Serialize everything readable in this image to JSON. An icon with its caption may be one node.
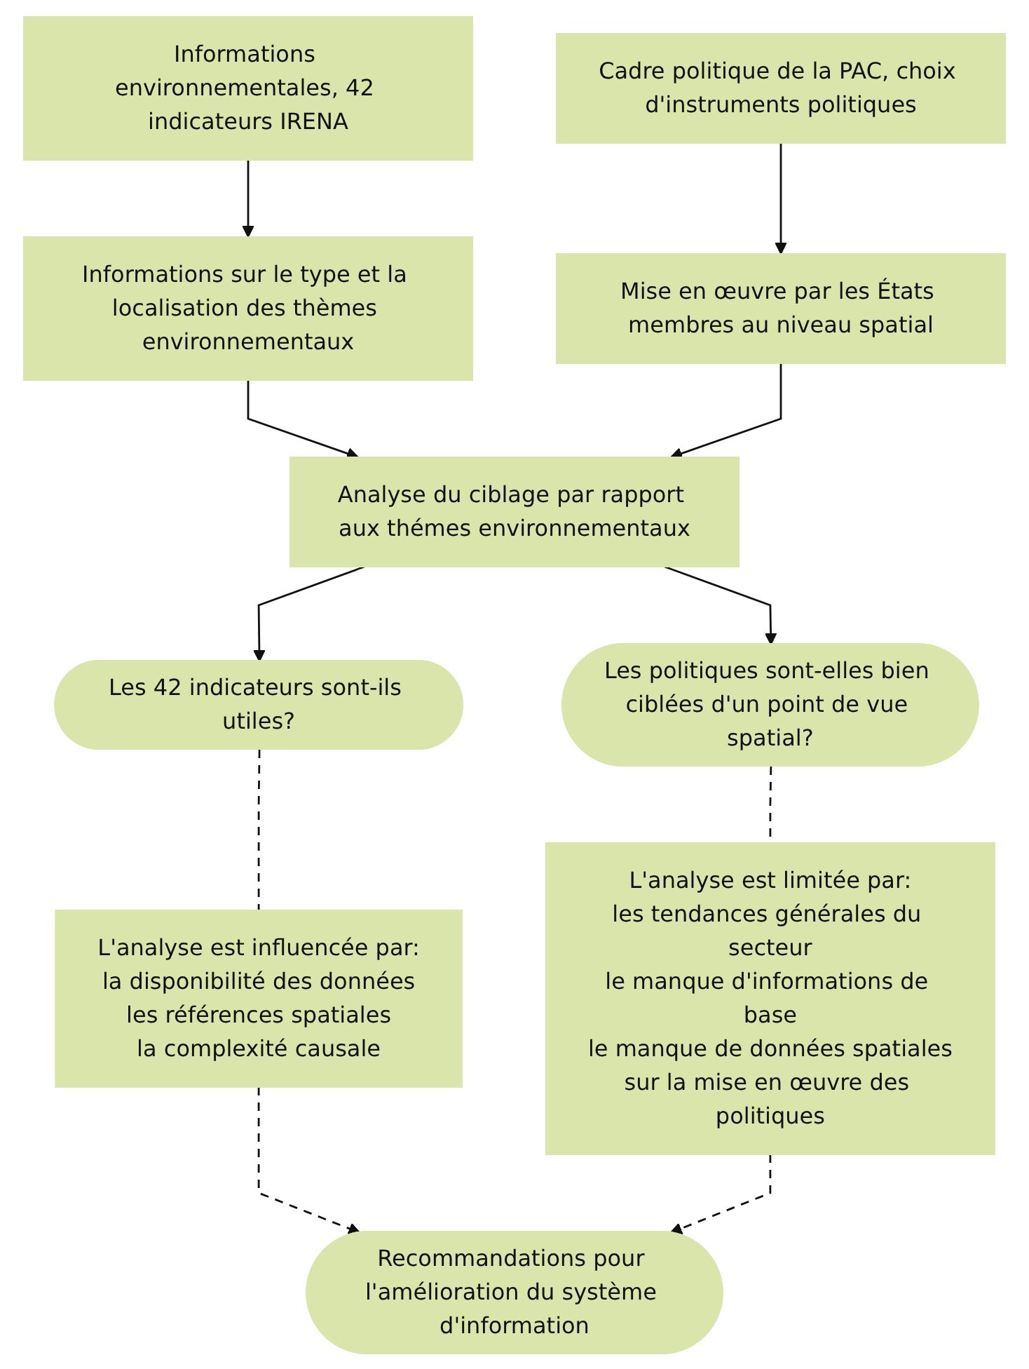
{
  "diagram": {
    "nodes": [
      {
        "text": [
          "Informations environnementales, 42 indicateurs IRENA"
        ]
      },
      {
        "text": [
          "Cadre politique de la PAC, choix d'instruments politiques"
        ]
      },
      {
        "text": [
          "Informations sur le type et la localisation des thèmes environnementaux"
        ]
      },
      {
        "text": [
          "Mise en œuvre par les États membres au niveau spatial"
        ]
      },
      {
        "text": [
          "Analyse du ciblage par rapport aux thémes environnementaux"
        ]
      },
      {
        "text": [
          "Les 42 indicateurs sont-ils utiles?"
        ]
      },
      {
        "text": [
          "Les politiques sont-elles bien ciblées d'un point de vue spatial?"
        ]
      },
      {
        "text": [
          "L'analyse est influencée par:",
          "la disponibilité des données",
          "les références spatiales",
          "la complexité causale"
        ]
      },
      {
        "text": [
          "L'analyse est limitée par:",
          "les tendances générales du secteur",
          "le manque d'informations de base",
          "le manque de données spatiales",
          "sur la mise en œuvre des politiques"
        ]
      },
      {
        "text": [
          "Recommandations pour l'amélioration du système d'information"
        ]
      }
    ],
    "edges": [
      {
        "from": 0,
        "to": 2,
        "arrow": "to"
      },
      {
        "from": 1,
        "to": 3,
        "arrow": "to"
      },
      {
        "from": 2,
        "to": 4,
        "arrow": "to"
      },
      {
        "from": 3,
        "to": 4,
        "arrow": "to"
      },
      {
        "from": 4,
        "to": 5,
        "arrow": "to"
      },
      {
        "from": 4,
        "to": 6,
        "arrow": "to"
      },
      {
        "from": 5,
        "to": 7,
        "arrow": "none",
        "style": "dashed"
      },
      {
        "from": 6,
        "to": 8,
        "arrow": "none",
        "style": "dashed"
      },
      {
        "from": 7,
        "to": 9,
        "arrow": "to",
        "style": "dashed"
      },
      {
        "from": 8,
        "to": 9,
        "arrow": "to",
        "style": "dashed"
      }
    ]
  }
}
